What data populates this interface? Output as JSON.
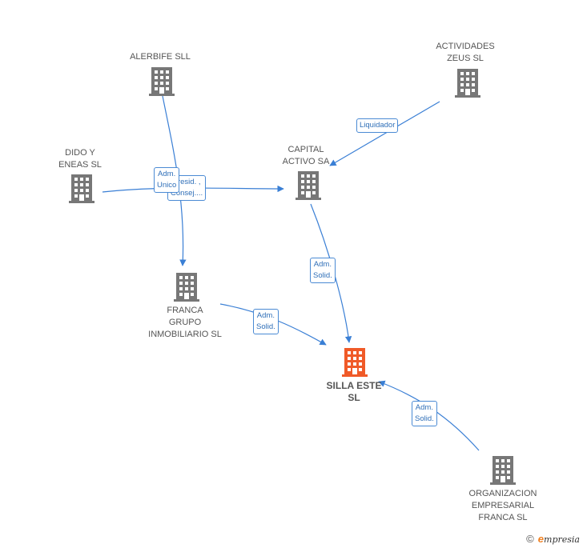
{
  "nodes": [
    {
      "id": "alerbife",
      "lines": [
        "ALERBIFE SLL"
      ],
      "main": false
    },
    {
      "id": "actividades",
      "lines": [
        "ACTIVIDADES",
        "ZEUS SL"
      ],
      "main": false
    },
    {
      "id": "dido",
      "lines": [
        "DIDO Y",
        "ENEAS  SL"
      ],
      "main": false
    },
    {
      "id": "capital",
      "lines": [
        "CAPITAL",
        "ACTIVO SA"
      ],
      "main": false
    },
    {
      "id": "franca",
      "lines": [
        "FRANCA",
        "GRUPO",
        "INMOBILIARIO SL"
      ],
      "main": false
    },
    {
      "id": "silla",
      "lines": [
        "SILLA ESTE",
        "SL"
      ],
      "main": true
    },
    {
      "id": "organizacion",
      "lines": [
        "ORGANIZACION",
        "EMPRESARIAL",
        "FRANCA  SL"
      ],
      "main": false
    }
  ],
  "edges": [
    {
      "id": "e1",
      "from": "actividades",
      "to": "capital",
      "lines": [
        "Liquidador"
      ]
    },
    {
      "id": "e2",
      "from": "dido",
      "to": "capital",
      "lines": [
        "Presid. ,",
        "Consej...."
      ]
    },
    {
      "id": "e3",
      "from": "alerbife",
      "to": "franca",
      "lines": [
        "Adm.",
        "Unico"
      ]
    },
    {
      "id": "e4",
      "from": "capital",
      "to": "silla",
      "lines": [
        "Adm.",
        "Solid."
      ]
    },
    {
      "id": "e5",
      "from": "franca",
      "to": "silla",
      "lines": [
        "Adm.",
        "Solid."
      ]
    },
    {
      "id": "e6",
      "from": "organizacion",
      "to": "silla",
      "lines": [
        "Adm.",
        "Solid."
      ]
    }
  ],
  "colors": {
    "node": "#777777",
    "main_node": "#f05a28",
    "edge": "#3a7fd5"
  },
  "footer": {
    "copyright": "©",
    "brand_initial": "e",
    "brand_rest": "mpresia"
  }
}
